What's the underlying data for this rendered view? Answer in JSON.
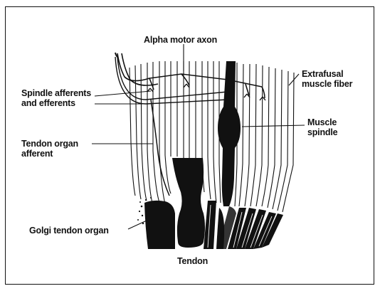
{
  "labels": {
    "alpha_motor_axon": "Alpha motor axon",
    "extrafusal_line1": "Extrafusal",
    "extrafusal_line2": "muscle fiber",
    "spindle_aff_line1": "Spindle afferents",
    "spindle_aff_line2": "and efferents",
    "muscle_spindle_line1": "Muscle",
    "muscle_spindle_line2": "spindle",
    "tendon_organ_aff_line1": "Tendon organ",
    "tendon_organ_aff_line2": "afferent",
    "golgi_tendon_organ": "Golgi tendon organ",
    "tendon": "Tendon"
  },
  "colors": {
    "ink": "#111111",
    "paper": "#ffffff"
  }
}
